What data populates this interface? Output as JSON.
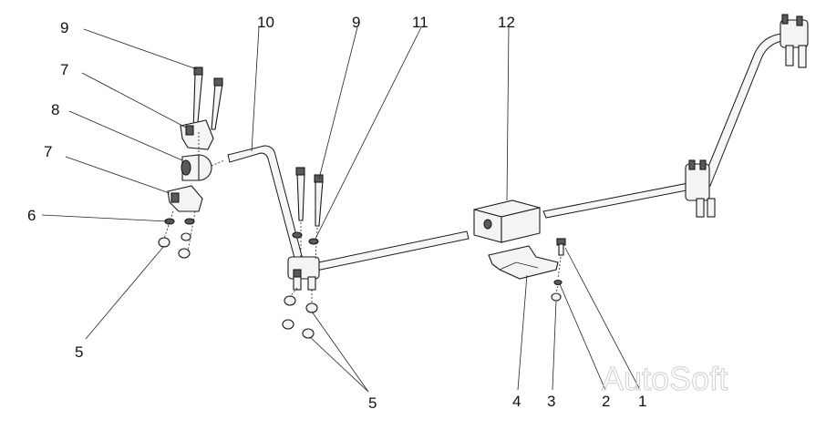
{
  "callouts": [
    "1",
    "2",
    "3",
    "4",
    "5",
    "5",
    "6",
    "7",
    "7",
    "8",
    "9",
    "9",
    "10",
    "11",
    "12"
  ],
  "watermark": "AutoSoft"
}
